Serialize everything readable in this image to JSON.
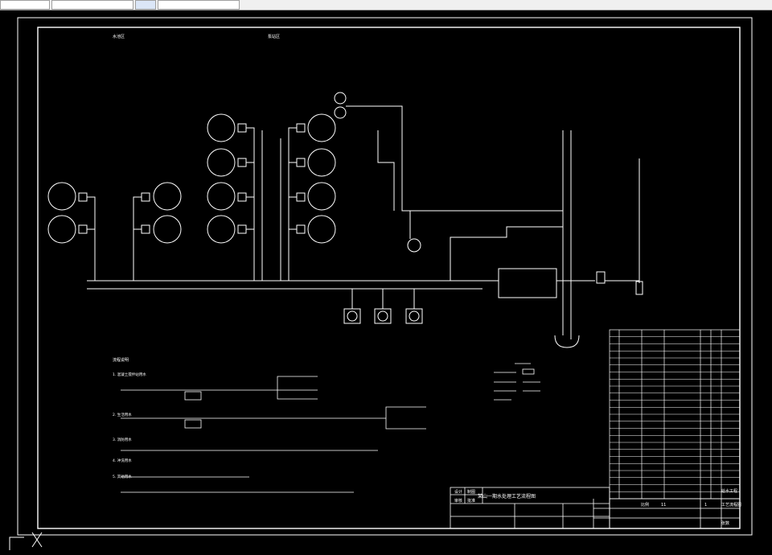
{
  "drawing": {
    "title": "某山一期水处理工艺流程图",
    "notes_heading": "流程说明",
    "flow_lines": [
      "1. 混凝土搅拌站用水",
      "2. 生活用水",
      "3. 消防用水",
      "4. 冲洗用水",
      "5. 其他用水"
    ],
    "area_labels": [
      "水池区",
      "泵站区"
    ]
  },
  "title_block": {
    "design": "设计",
    "check": "审核",
    "draw": "制图",
    "approve": "批准",
    "scale_label": "比例",
    "sheet_label": "张数",
    "sheet_value": "1",
    "no_value": "11",
    "company": "给水工程",
    "drawing_no": "工艺流程图"
  },
  "colors": {
    "background": "#000000",
    "line": "#ffffff",
    "toolbar": "#f0f0f0"
  }
}
